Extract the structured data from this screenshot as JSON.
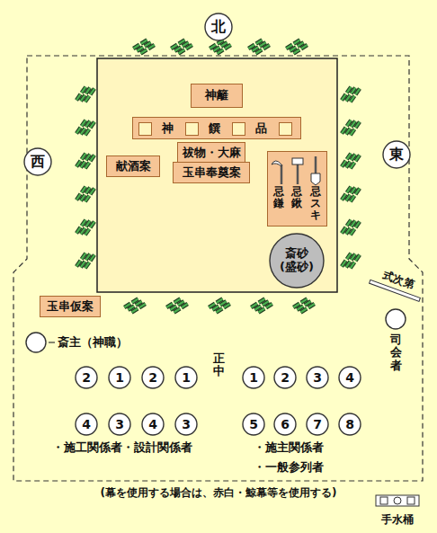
{
  "diagram": {
    "nodes": [
      {
        "text": [
          "北"
        ]
      },
      {
        "text": [
          "西"
        ]
      },
      {
        "text": [
          "東"
        ]
      },
      {
        "text": [
          "神籬"
        ]
      },
      {
        "text": [
          "神饌品"
        ]
      },
      {
        "text": [
          "献酒案"
        ]
      },
      {
        "text": [
          "祓物・大麻"
        ]
      },
      {
        "text": [
          "玉串奉奠案"
        ]
      },
      {
        "text": [
          "忌鎌",
          "忌鍬",
          "忌スキ"
        ]
      },
      {
        "text": [
          "斎砂 (盛砂)"
        ]
      },
      {
        "text": [
          "式次第"
        ]
      },
      {
        "text": [
          "玉串仮案"
        ]
      },
      {
        "text": [
          "司会者"
        ]
      },
      {
        "text": [
          "斎主（神職）"
        ]
      },
      {
        "text": [
          "2"
        ]
      },
      {
        "text": [
          "1"
        ]
      },
      {
        "text": [
          "2"
        ]
      },
      {
        "text": [
          "1"
        ]
      },
      {
        "text": [
          "1"
        ]
      },
      {
        "text": [
          "2"
        ]
      },
      {
        "text": [
          "3"
        ]
      },
      {
        "text": [
          "4"
        ]
      },
      {
        "text": [
          "4"
        ]
      },
      {
        "text": [
          "3"
        ]
      },
      {
        "text": [
          "4"
        ]
      },
      {
        "text": [
          "3"
        ]
      },
      {
        "text": [
          "5"
        ]
      },
      {
        "text": [
          "6"
        ]
      },
      {
        "text": [
          "7"
        ]
      },
      {
        "text": [
          "8"
        ]
      }
    ],
    "labels": [
      "正中",
      "・施工関係者・設計関係者",
      "・施主関係者",
      "・一般参列者",
      "(幕を使用する場合は、赤白・鯨幕等を使用する)",
      "手水桶"
    ]
  }
}
